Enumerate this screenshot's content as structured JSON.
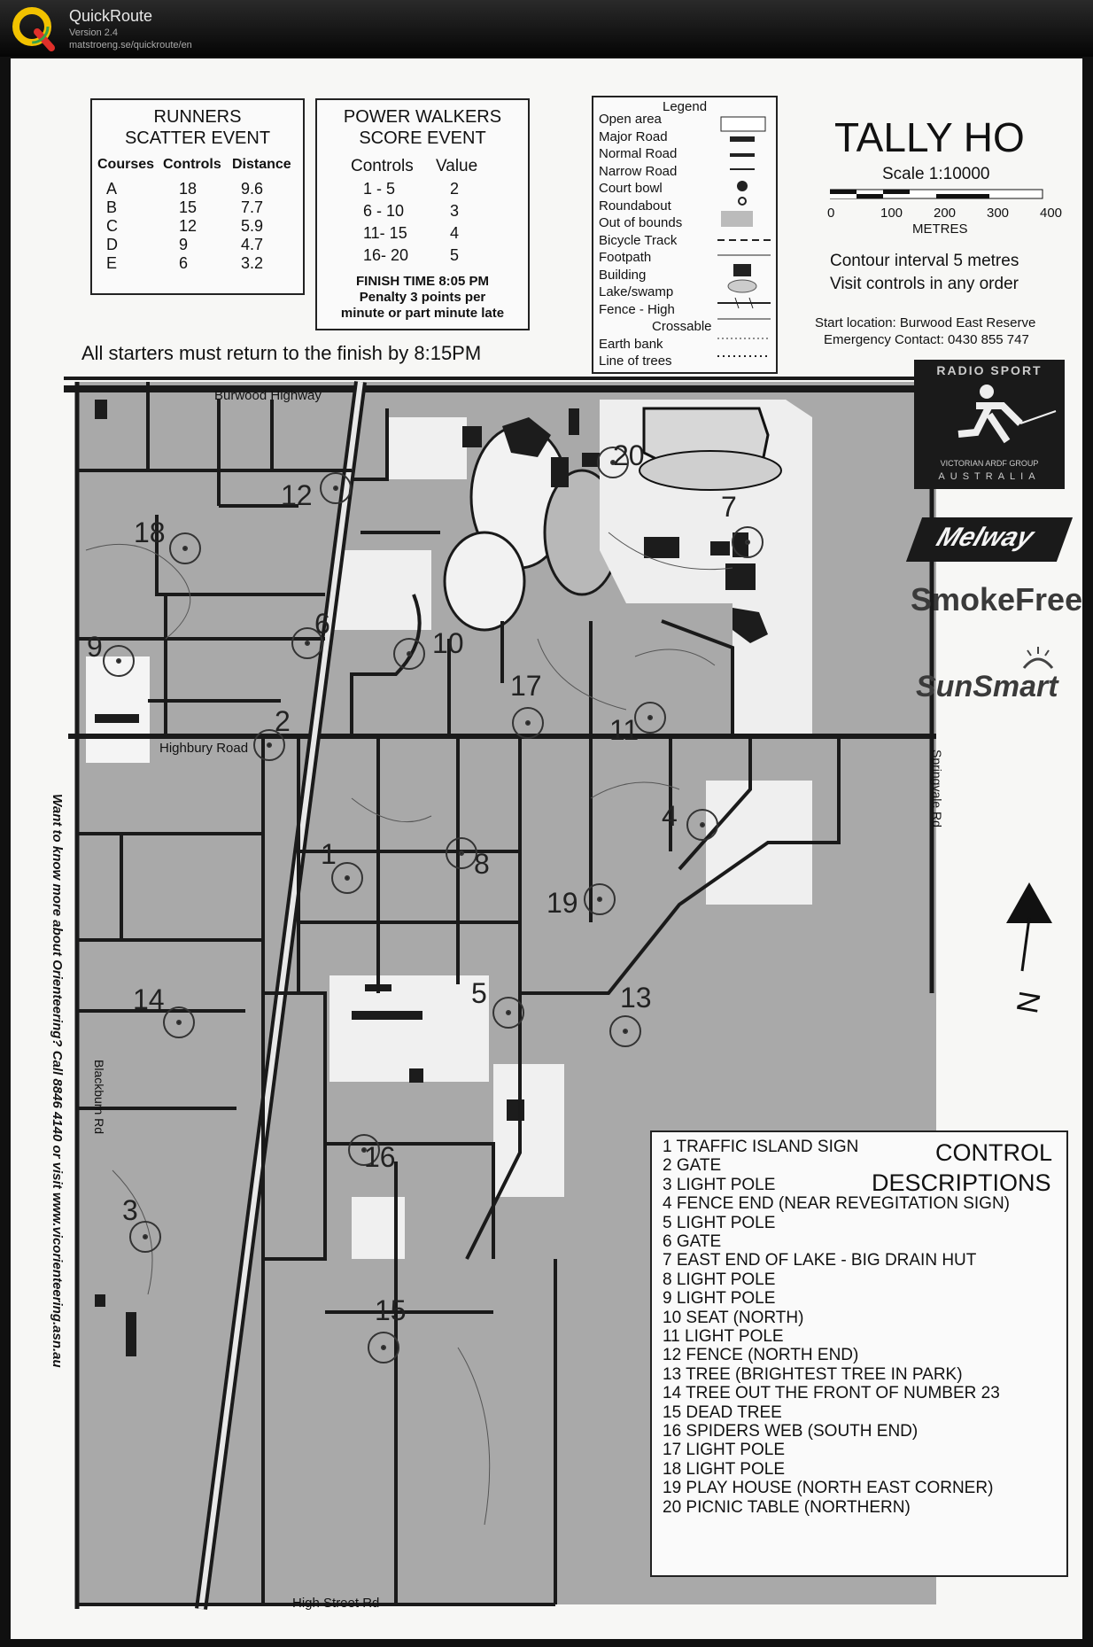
{
  "app": {
    "name": "QuickRoute",
    "version": "Version 2.4",
    "url": "matstroeng.se/quickroute/en",
    "logo_letter": "Q"
  },
  "runners": {
    "title1": "RUNNERS",
    "title2": "SCATTER EVENT",
    "headers": [
      "Courses",
      "Controls",
      "Distance"
    ],
    "rows": [
      [
        "A",
        "18",
        "9.6"
      ],
      [
        "B",
        "15",
        "7.7"
      ],
      [
        "C",
        "12",
        "5.9"
      ],
      [
        "D",
        "9",
        "4.7"
      ],
      [
        "E",
        "6",
        "3.2"
      ]
    ]
  },
  "walkers": {
    "title1": "POWER WALKERS",
    "title2": "SCORE EVENT",
    "headers": [
      "Controls",
      "Value"
    ],
    "rows": [
      [
        "1 - 5",
        "2"
      ],
      [
        "6 - 10",
        "3"
      ],
      [
        "11- 15",
        "4"
      ],
      [
        "16- 20",
        "5"
      ]
    ],
    "finish": "FINISH TIME 8:05 PM",
    "penalty1": "Penalty 3 points per",
    "penalty2": "minute or part minute late"
  },
  "return_note": "All starters must return to the finish by  8:15PM",
  "legend": {
    "title": "Legend",
    "items": [
      "Open area",
      "Major Road",
      "Normal Road",
      "Narrow Road",
      "Court bowl",
      "Roundabout",
      "Out of bounds",
      "Bicycle Track",
      "Footpath",
      "Building",
      "Lake/swamp",
      "Fence - High",
      "Crossable",
      "Earth bank",
      "Line of trees"
    ]
  },
  "info": {
    "title": "TALLY HO",
    "scale": "Scale 1:10000",
    "scale_ticks": [
      "0",
      "100",
      "200",
      "300",
      "400"
    ],
    "metres": "METRES",
    "contour": "Contour interval 5 metres",
    "visit": "Visit controls in any order",
    "start": "Start location: Burwood East Reserve",
    "emergency": "Emergency Contact: 0430 855 747"
  },
  "sponsors": {
    "radio_sport": "RADIO SPORT",
    "vic_group": "VICTORIAN ARDF GROUP",
    "australia": "AUSTRALIA",
    "melway": "Melway",
    "smokefree": "SmokeFree",
    "sunsmart": "SunSmart"
  },
  "streets": {
    "burwood": "Burwood Highway",
    "highbury": "Highbury Road",
    "springvale": "Springvale Rd",
    "blackburn": "Blackburn Rd",
    "high_street": "High Street Rd"
  },
  "side_note": "Want to know more about Orienteering?  Call 8846 4140 or visit www.vicorienteering.asn.au",
  "north": "N",
  "control_numbers": [
    "1",
    "2",
    "3",
    "4",
    "5",
    "6",
    "7",
    "8",
    "9",
    "10",
    "11",
    "12",
    "13",
    "14",
    "15",
    "16",
    "17",
    "18",
    "19",
    "20"
  ],
  "descriptions": {
    "title1": "CONTROL",
    "title2": "DESCRIPTIONS",
    "items": [
      "1   TRAFFIC ISLAND SIGN",
      "2   GATE",
      "3   LIGHT POLE",
      "4   FENCE END (NEAR REVEGITATION SIGN)",
      "5   LIGHT POLE",
      "6   GATE",
      "7   EAST END OF LAKE - BIG DRAIN HUT",
      "8   LIGHT POLE",
      "9   LIGHT POLE",
      "10 SEAT (NORTH)",
      "11 LIGHT POLE",
      "12 FENCE (NORTH END)",
      "13 TREE (BRIGHTEST TREE IN PARK)",
      "14 TREE OUT THE FRONT OF NUMBER 23",
      "15 DEAD TREE",
      "16 SPIDERS WEB (SOUTH END)",
      "17 LIGHT POLE",
      "18 LIGHT POLE",
      "19 PLAY HOUSE (NORTH EAST CORNER)",
      "20 PICNIC TABLE (NORTHERN)"
    ]
  },
  "colors": {
    "map_fill": "#a9a9a9",
    "road": "#1a1a1a",
    "open": "#f2f2f2",
    "building": "#1c1c1c"
  }
}
